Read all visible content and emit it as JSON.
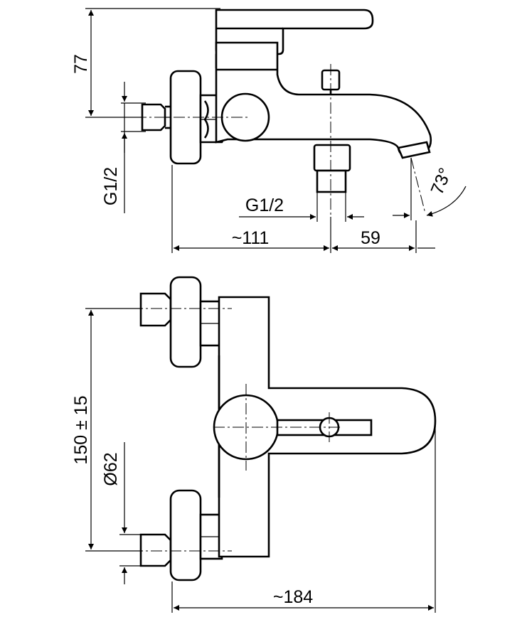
{
  "drawing": {
    "side_view": {
      "height_label": "77",
      "inlet_thread_label": "G1/2",
      "outlet_thread_label": "G1/2",
      "wall_to_outlet_label": "~111",
      "outlet_to_spout_label": "59",
      "spout_angle_label": "73°"
    },
    "front_view": {
      "inlet_spacing_label": "150 ± 15",
      "escutcheon_diameter_label": "Ø62",
      "total_length_label": "~184"
    }
  }
}
